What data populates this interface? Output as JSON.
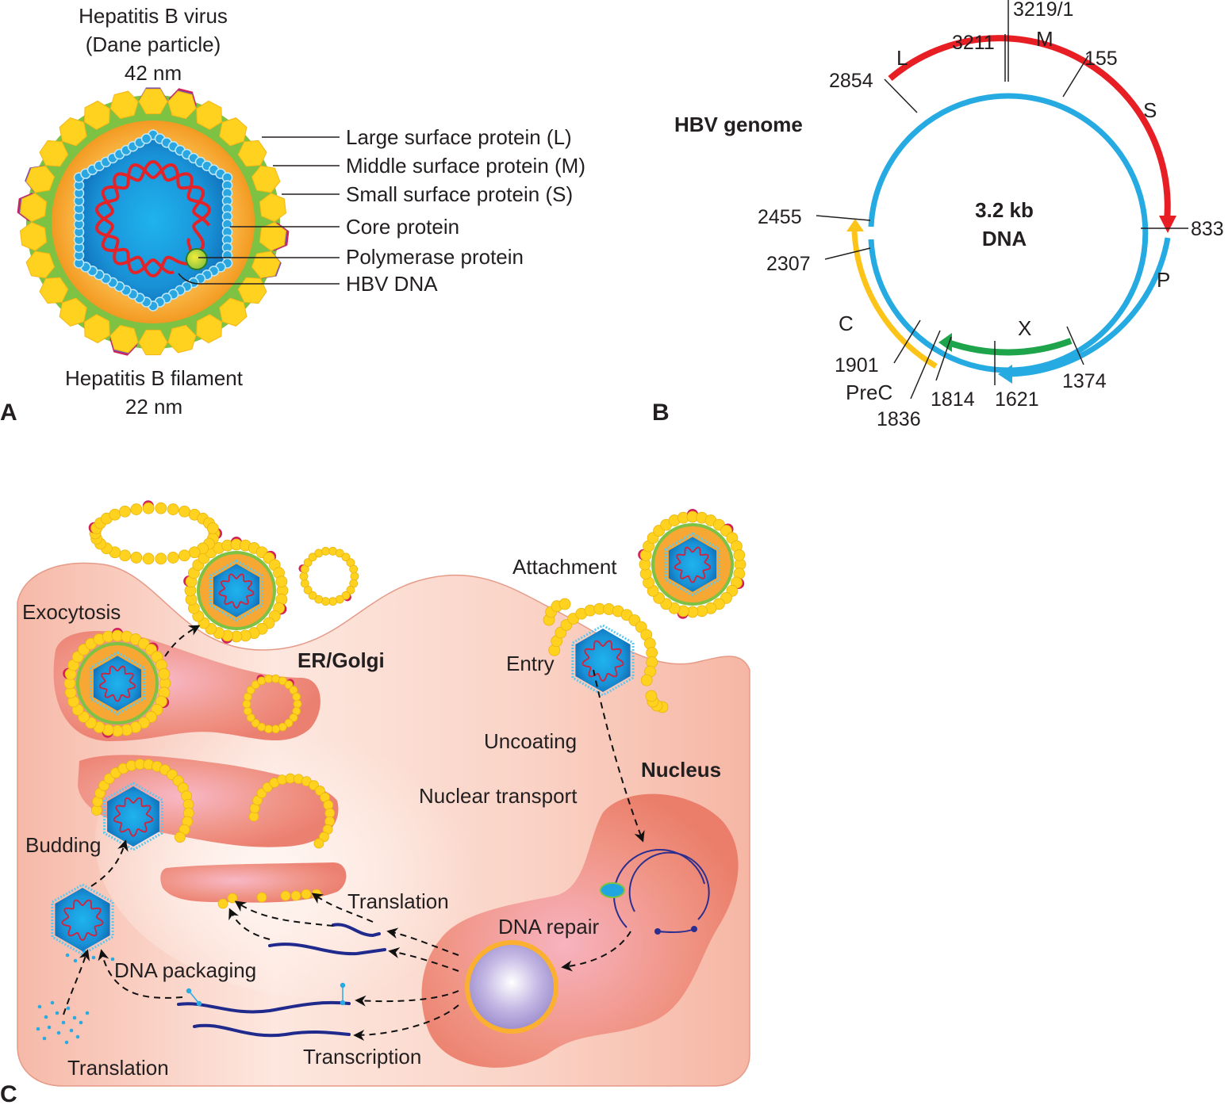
{
  "panelA": {
    "letter": "A",
    "title_line1": "Hepatitis B virus",
    "title_line2": "(Dane particle)",
    "title_size": "42 nm",
    "bottom_line1": "Hepatitis B filament",
    "bottom_size": "22 nm",
    "legend": [
      {
        "label": "Large surface protein (L)"
      },
      {
        "label": "Middle surface protein (M)"
      },
      {
        "label": "Small surface protein (S)"
      },
      {
        "label": "Core protein"
      },
      {
        "label": "Polymerase protein"
      },
      {
        "label": "HBV DNA"
      }
    ]
  },
  "panelB": {
    "letter": "B",
    "title": "HBV genome",
    "center_line1": "3.2 kb",
    "center_line2": "DNA",
    "genes": {
      "L": "L",
      "M": "M",
      "S": "S",
      "P": "P",
      "C": "C",
      "X": "X",
      "PreC": "PreC"
    },
    "positions": {
      "p3219": "3219/1",
      "p3211": "3211",
      "p155": "155",
      "p2854": "2854",
      "p2455": "2455",
      "p2307": "2307",
      "p833": "833",
      "p1901": "1901",
      "p1836": "1836",
      "p1814": "1814",
      "p1621": "1621",
      "p1374": "1374"
    }
  },
  "panelC": {
    "letter": "C",
    "labels": {
      "attachment": "Attachment",
      "entry": "Entry",
      "uncoating": "Uncoating",
      "nuclear_transport": "Nuclear transport",
      "nucleus": "Nucleus",
      "dna_repair": "DNA repair",
      "transcription": "Transcription",
      "translation_er": "Translation",
      "translation_cyto": "Translation",
      "dna_packaging": "DNA packaging",
      "budding": "Budding",
      "exocytosis": "Exocytosis",
      "er_golgi": "ER/Golgi"
    }
  },
  "colors": {
    "surface_yellow": "#ffd21f",
    "envelope_green": "#7dc242",
    "lipid_orange": "#f7a733",
    "core_blue": "#1a8fd6",
    "core_bead": "#2aa7e0",
    "dna_red": "#e3232a",
    "L_protein": "#d11f5a",
    "M_protein": "#7a4fa8",
    "polymerase": "#a8d02e",
    "genome_blue": "#25aae1",
    "genome_red": "#e81e25",
    "genome_yellow": "#fcc419",
    "genome_green": "#1ea54b",
    "cell_fill": "#f8c4b4",
    "organelle_fill": "#ef8b78",
    "mrna_navy": "#1f2a8c",
    "cccDNA_purple": "#a99bd4"
  }
}
